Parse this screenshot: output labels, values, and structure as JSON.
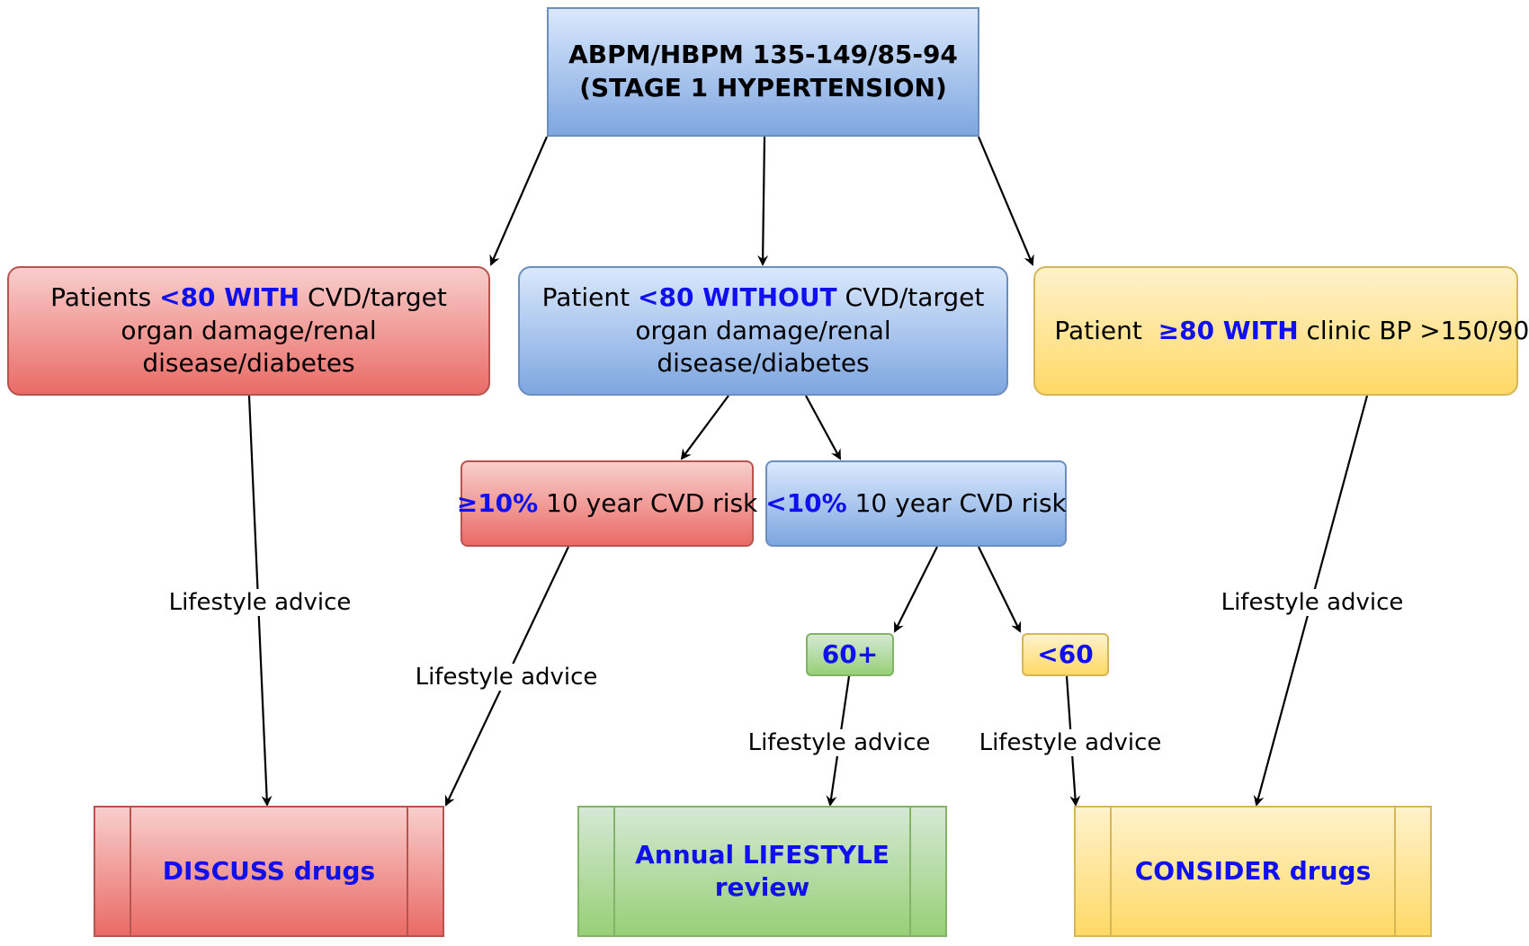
{
  "top": {
    "line1": "ABPM/HBPM 135-149/85-94",
    "line2": "(STAGE 1 HYPERTENSION)"
  },
  "red_box": {
    "pre": "Patients ",
    "hl": "<80 WITH",
    "post": " CVD/target organ damage/renal disease/diabetes"
  },
  "blue_box": {
    "pre": "Patient ",
    "hl": "<80 WITHOUT",
    "post": " CVD/target organ damage/renal disease/diabetes"
  },
  "yellow_box": {
    "pre": "Patient  ",
    "hl": "≥80 WITH",
    "post": " clinic BP >150/90"
  },
  "risk_high": {
    "hl": "≥10%",
    "post": " 10 year CVD risk"
  },
  "risk_low": {
    "hl": "<10%",
    "post": " 10 year CVD risk"
  },
  "age_high": "60+",
  "age_low": "<60",
  "outcomes": {
    "discuss": "DISCUSS drugs",
    "annual": "Annual LIFESTYLE review",
    "consider": "CONSIDER drugs"
  },
  "edge_labels": {
    "left": "Lifestyle advice",
    "mid": "Lifestyle advice",
    "age_high": "Lifestyle advice",
    "age_low": "Lifestyle advice",
    "right": "Lifestyle advice"
  },
  "colors": {
    "highlight": "#1010ee",
    "red": "#ea6b66",
    "blue": "#7ea6e0",
    "yellow": "#ffd966",
    "green": "#97d077"
  }
}
